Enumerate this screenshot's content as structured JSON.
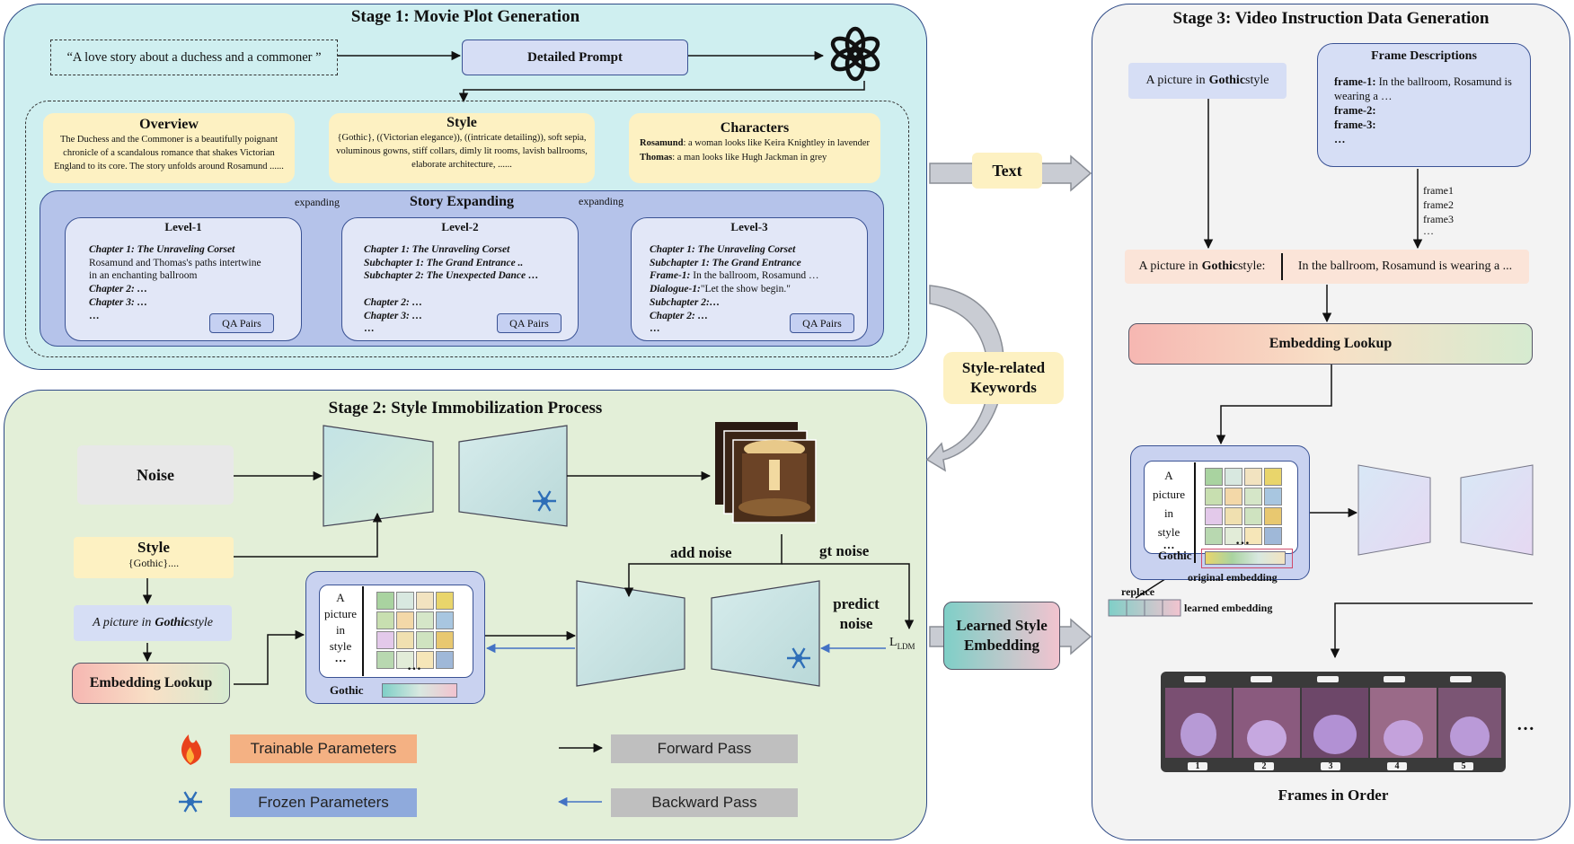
{
  "stage1": {
    "title": "Stage 1: Movie Plot Generation",
    "user_prompt": "“A love story about a duchess and a commoner ”",
    "detailed_prompt": "Detailed Prompt",
    "overview": {
      "title": "Overview",
      "text": "The Duchess and the Commoner is a beautifully poignant chronicle of a scandalous romance that shakes Victorian England to its core. The story unfolds around Rosamund ......"
    },
    "style": {
      "title": "Style",
      "text": "{Gothic}, ((Victorian elegance)), ((intricate detailing)), soft sepia, voluminous gowns, stiff collars, dimly lit rooms, lavish ballrooms, elaborate architecture, ......"
    },
    "characters": {
      "title": "Characters",
      "c1_name": "Rosamund",
      "c1_text": ": a woman looks like Keira Knightley in lavender",
      "c2_name": "Thomas",
      "c2_text": ": a man looks like Hugh Jackman in grey"
    },
    "story_expanding": "Story Expanding",
    "expanding_label": "expanding",
    "levels": [
      {
        "title": "Level-1",
        "lines": [
          {
            "text": "Chapter 1: The Unraveling Corset",
            "style": "i"
          },
          {
            "text": "Rosamund and Thomas's paths intertwine",
            "style": "n"
          },
          {
            "text": "in an enchanting ballroom",
            "style": "n"
          },
          {
            "text": "Chapter 2: …",
            "style": "i"
          },
          {
            "text": "Chapter 3: …",
            "style": "i"
          },
          {
            "text": "…",
            "style": "b"
          }
        ],
        "qa": "QA Pairs"
      },
      {
        "title": "Level-2",
        "lines": [
          {
            "text": "Chapter 1: The Unraveling Corset",
            "style": "i"
          },
          {
            "text": "Subchapter 1: The Grand Entrance  ..",
            "style": "i"
          },
          {
            "text": "Subchapter 2: The Unexpected Dance …",
            "style": "i"
          },
          {
            "text": "",
            "style": "n"
          },
          {
            "text": "Chapter 2: …",
            "style": "i"
          },
          {
            "text": "Chapter 3: …",
            "style": "i"
          },
          {
            "text": "…",
            "style": "b"
          }
        ],
        "qa": "QA Pairs"
      },
      {
        "title": "Level-3",
        "lines": [
          {
            "text": "Chapter 1: The Unraveling Corset",
            "style": "i"
          },
          {
            "text": "Subchapter 1: The Grand Entrance",
            "style": "i"
          },
          {
            "text": "Frame-1: In the ballroom, Rosamund …",
            "style": "fi"
          },
          {
            "text": "Dialogue-1:\"Let the show begin.\"",
            "style": "dq"
          },
          {
            "text": "Subchapter 2:…",
            "style": "i"
          },
          {
            "text": "Chapter 2: …",
            "style": "i"
          },
          {
            "text": "…",
            "style": "b"
          }
        ],
        "qa": "QA Pairs"
      }
    ]
  },
  "middle": {
    "text_label": "Text",
    "keywords_label": "Style-related Keywords",
    "learned_label": "Learned Style Embedding"
  },
  "stage2": {
    "title": "Stage 2: Style Immobilization Process",
    "noise": "Noise",
    "style_title": "Style",
    "style_sub": "{Gothic}....",
    "picture_prefix": "A picture in ",
    "picture_word": "Gothic",
    "picture_suffix": " style",
    "embedding_lookup": "Embedding Lookup",
    "token_a": "A",
    "token_picture": "picture",
    "token_in": "in",
    "token_style": "style",
    "token_dots": "…",
    "token_gothic": "Gothic",
    "grid_dots": "…",
    "add_noise": "add noise",
    "gt_noise": "gt noise",
    "predict_noise": "predict noise",
    "loss_main": "L",
    "loss_sub": "LDM",
    "legend": {
      "trainable": "Trainable Parameters",
      "frozen": "Frozen Parameters",
      "forward": "Forward Pass",
      "backward": "Backward Pass"
    }
  },
  "stage3": {
    "title": "Stage 3: Video Instruction Data Generation",
    "picture_prefix": "A picture in ",
    "picture_word": "Gothic",
    "picture_suffix": " style",
    "frame_desc_title": "Frame Descriptions",
    "frame1_label": "frame-1:",
    "frame1_text": " In the ballroom, Rosamund is wearing a …",
    "frame2_label": "frame-2:",
    "frame3_label": "frame-3:",
    "frame_dots": "…",
    "frames_list": [
      "frame1",
      "frame2",
      "frame3",
      "…"
    ],
    "combined_prefix": "A picture in ",
    "combined_word": "Gothic",
    "combined_suffix": " style:",
    "combined_right": "In the ballroom, Rosamund is wearing a ...",
    "embedding_lookup": "Embedding Lookup",
    "token_a": "A",
    "token_picture": "picture",
    "token_in": "in",
    "token_style": "style",
    "token_dots": "…",
    "token_gothic": "Gothic",
    "grid_dots": "…",
    "original_embedding": "original embedding",
    "replace": "replace",
    "learned_embedding": "learned embedding",
    "frames_caption": "Frames in Order",
    "film_numbers": [
      "1",
      "2",
      "3",
      "4",
      "5"
    ],
    "film_trailing": "…"
  },
  "colors": {
    "stage1_bg": "#cfeff0",
    "stage2_bg": "#e3efd8",
    "stage3_bg": "#f3f3f3",
    "panel_border": "#2e4a86",
    "trainable": "#f4b183",
    "frozen": "#8faadc",
    "pass_box": "#bfbfbf",
    "backward_arrow": "#4472c4"
  }
}
